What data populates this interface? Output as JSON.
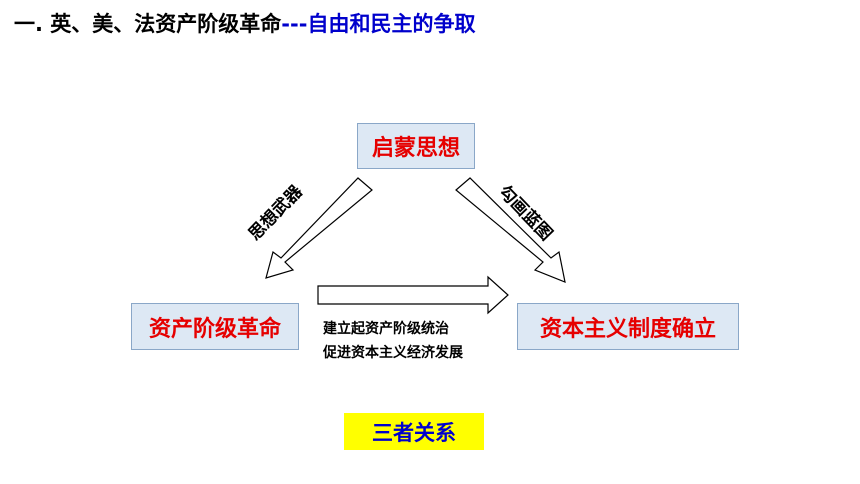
{
  "title": {
    "part1": "一. 英、美、法资产阶级革命",
    "part2": "---自由和民主的争取"
  },
  "nodes": {
    "top": "启蒙思想",
    "left": "资产阶级革命",
    "right": "资本主义制度确立"
  },
  "arrow_labels": {
    "left": "思想武器",
    "right": "勾画蓝图",
    "middle_line1": "建立起资产阶级统治",
    "middle_line2": "促进资本主义经济发展"
  },
  "summary": "三者关系",
  "colors": {
    "node_fill": "#dde8f4",
    "node_text": "#e60000",
    "title_blue": "#0000cc",
    "summary_fill": "#ffff00"
  }
}
